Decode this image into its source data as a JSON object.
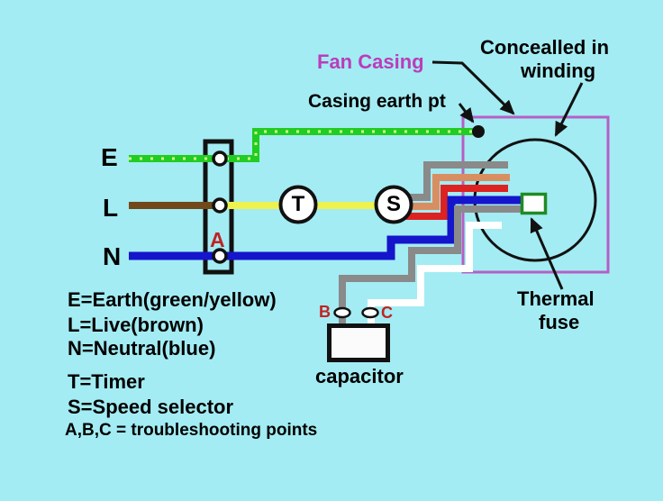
{
  "diagram": {
    "labels": {
      "fan_casing": "Fan Casing",
      "concealed_line1": "Concealled in",
      "concealed_line2": "winding",
      "casing_earth_pt": "Casing earth pt",
      "thermal_line1": "Thermal",
      "thermal_line2": "fuse",
      "capacitor": "capacitor"
    },
    "wire_labels": {
      "earth": "E",
      "live": "L",
      "neutral": "N"
    },
    "component_labels": {
      "timer": "T",
      "speed_selector": "S"
    },
    "test_points": {
      "a": "A",
      "b": "B",
      "c": "C"
    },
    "legend": [
      "E=Earth(green/yellow)",
      "L=Live(brown)",
      "N=Neutral(blue)",
      "T=Timer",
      "S=Speed selector",
      "A,B,C = troubleshooting points"
    ],
    "colors": {
      "background": "#A3ECF3",
      "earth_green": "#22CC22",
      "earth_dash": "#CCFF88",
      "live_brown": "#71491A",
      "live_yellow": "#EDF24E",
      "neutral_blue": "#1515CC",
      "gray_wire": "#8A8A8A",
      "orange_wire": "#D98E62",
      "red_wire": "#DD2222",
      "white_wire": "#FFFFFF",
      "casing_magenta": "#B55FC5",
      "fuse_green": "#1F8B24",
      "label_magenta": "#BB3CBB",
      "label_red": "#C22222",
      "ink": "#111111"
    }
  }
}
